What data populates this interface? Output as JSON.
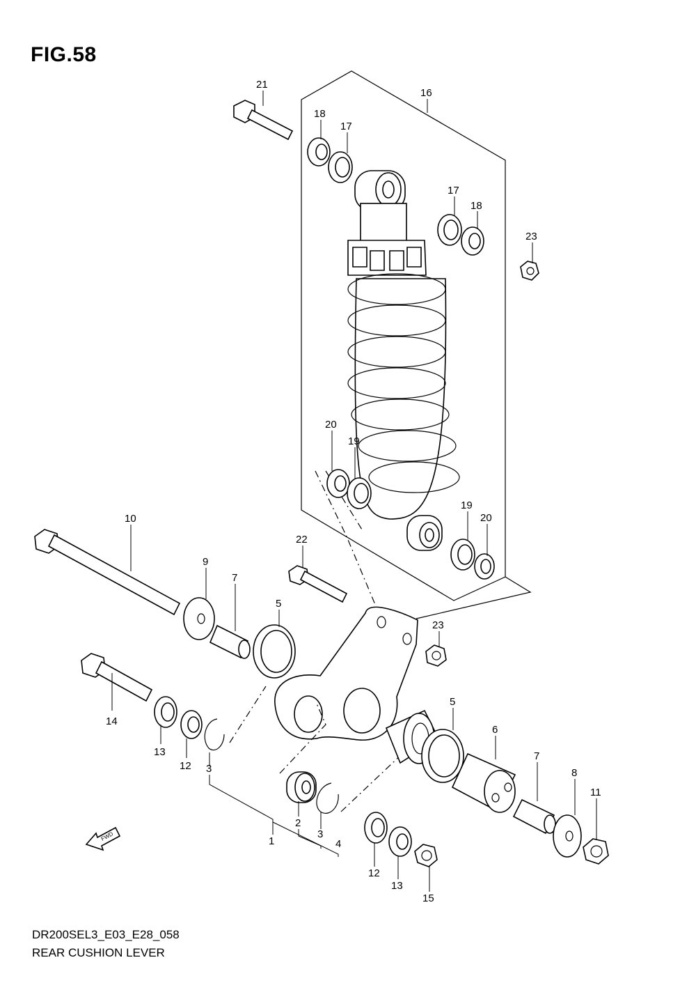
{
  "figure": {
    "title": "FIG.58",
    "code": "DR200SEL3_E03_E28_058",
    "name": "REAR CUSHION LEVER"
  },
  "fwd_arrow": {
    "label": "FWD"
  },
  "callouts": [
    {
      "id": "c21a",
      "label": "21"
    },
    {
      "id": "c16",
      "label": "16"
    },
    {
      "id": "c18a",
      "label": "18"
    },
    {
      "id": "c17a",
      "label": "17"
    },
    {
      "id": "c17b",
      "label": "17"
    },
    {
      "id": "c18b",
      "label": "18"
    },
    {
      "id": "c23a",
      "label": "23"
    },
    {
      "id": "c20a",
      "label": "20"
    },
    {
      "id": "c19a",
      "label": "19"
    },
    {
      "id": "c19b",
      "label": "19"
    },
    {
      "id": "c20b",
      "label": "20"
    },
    {
      "id": "c10",
      "label": "10"
    },
    {
      "id": "c22",
      "label": "22"
    },
    {
      "id": "c9",
      "label": "9"
    },
    {
      "id": "c7a",
      "label": "7"
    },
    {
      "id": "c5a",
      "label": "5"
    },
    {
      "id": "c23b",
      "label": "23"
    },
    {
      "id": "c14",
      "label": "14"
    },
    {
      "id": "c13a",
      "label": "13"
    },
    {
      "id": "c12a",
      "label": "12"
    },
    {
      "id": "c3a",
      "label": "3"
    },
    {
      "id": "c5b",
      "label": "5"
    },
    {
      "id": "c6",
      "label": "6"
    },
    {
      "id": "c7b",
      "label": "7"
    },
    {
      "id": "c8",
      "label": "8"
    },
    {
      "id": "c11",
      "label": "11"
    },
    {
      "id": "c1",
      "label": "1"
    },
    {
      "id": "c2",
      "label": "2"
    },
    {
      "id": "c3b",
      "label": "3"
    },
    {
      "id": "c4",
      "label": "4"
    },
    {
      "id": "c12b",
      "label": "12"
    },
    {
      "id": "c13b",
      "label": "13"
    },
    {
      "id": "c15",
      "label": "15"
    }
  ]
}
